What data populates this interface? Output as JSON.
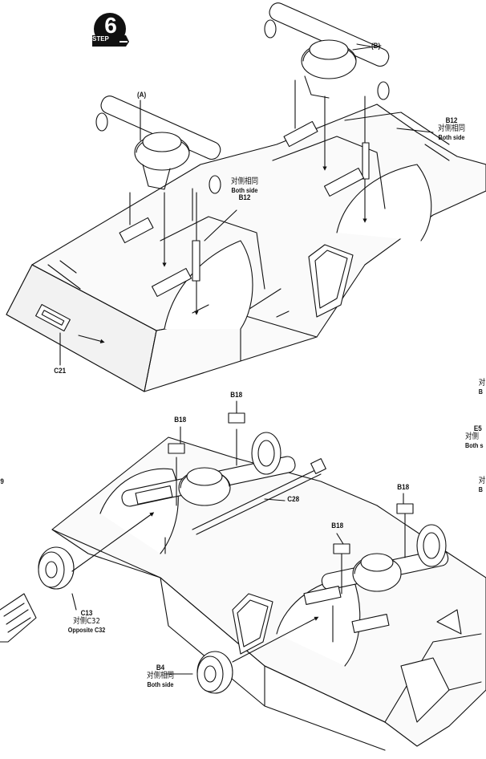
{
  "step": {
    "number": "6",
    "word": "STEP"
  },
  "callouts": {
    "a": "(A)",
    "b": "(B)",
    "b12_top_right": {
      "part": "B12",
      "cn": "对侧相同",
      "en": "Both side"
    },
    "b12_top_left": {
      "part": "B12",
      "cn": "对侧相同",
      "en": "Both side"
    },
    "c21": "C21",
    "b18_a": "B18",
    "b18_b": "B18",
    "b18_c": "B18",
    "b18_d": "B18",
    "c28": "C28",
    "c13": {
      "part": "C13",
      "cn": "对侧C32",
      "en": "Opposite C32"
    },
    "b4": {
      "part": "B4",
      "cn": "对侧相同",
      "en": "Both side"
    },
    "e5_partial": {
      "part": "E5",
      "cn": "对侧",
      "en": "Both s"
    },
    "edge_right_1": {
      "cn": "对",
      "en": "B"
    },
    "edge_right_2": {
      "cn": "对",
      "en": "B"
    },
    "edge_left": "9"
  },
  "colors": {
    "ink": "#111111",
    "paper": "#ffffff",
    "hull": "#f7f7f7"
  }
}
